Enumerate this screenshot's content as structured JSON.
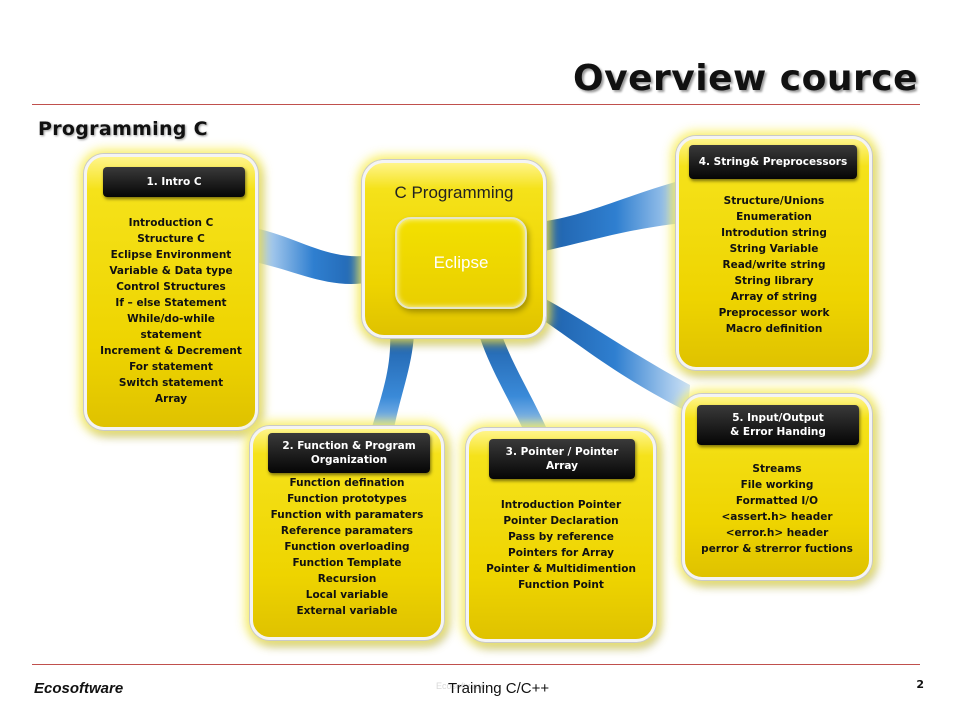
{
  "slide": {
    "title": "Overview cource",
    "section": "Programming  C"
  },
  "center": {
    "title": "C Programming",
    "inner_label": "Eclipse"
  },
  "modules": [
    {
      "header": "1. Intro  C",
      "items": [
        "Introduction C",
        "Structure C",
        "Eclipse Environment",
        "Variable & Data type",
        "Control Structures",
        "If – else Statement",
        "While/do-while",
        "statement",
        "Increment & Decrement",
        "For  statement",
        "Switch statement",
        "Array"
      ]
    },
    {
      "header": "2. Function & Program\nOrganization",
      "items": [
        "Function defination",
        "Function prototypes",
        "Function with paramaters",
        "Reference paramaters",
        "Function overloading",
        "Function Template",
        "Recursion",
        "Local variable",
        "External variable"
      ]
    },
    {
      "header": "3. Pointer / Pointer\nArray",
      "items": [
        "Introduction Pointer",
        "Pointer Declaration",
        "Pass by reference",
        "Pointers for Array",
        "Pointer  & Multidimention",
        "Function Point"
      ]
    },
    {
      "header": "4.   String& Preprocessors",
      "items": [
        "Structure/Unions",
        "Enumeration",
        "Introdution string",
        "String Variable",
        "Read/write string",
        "String library",
        "Array of string",
        "Preprocessor  work",
        "Macro  definition"
      ]
    },
    {
      "header": "5. Input/Output\n& Error Handing",
      "items": [
        "Streams",
        "File working",
        "Formatted I/O",
        "<assert.h> header",
        "<error.h> header",
        "perror & strerror fuctions"
      ]
    }
  ],
  "footer": {
    "company": "Ecosoftware",
    "watermark": "Ecosoftware",
    "course": "Training C/C++",
    "page": "2"
  },
  "colors": {
    "rule": "#c0504d",
    "box_yellow": "#eed400",
    "header_black": "#111111",
    "connector_blue": "#2f7fd0"
  }
}
